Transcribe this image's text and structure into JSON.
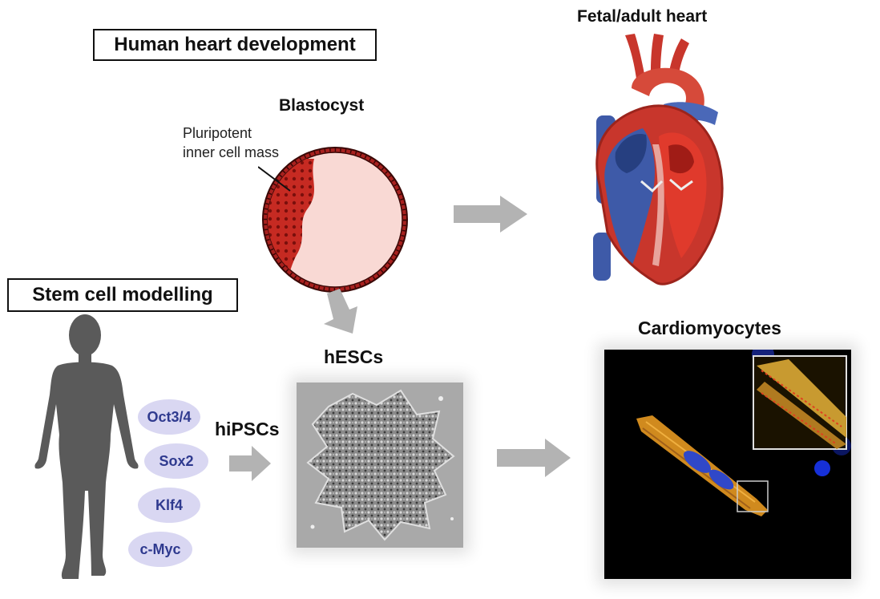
{
  "titles": {
    "human_heart_development": "Human heart development",
    "stem_cell_modelling": "Stem cell modelling"
  },
  "labels": {
    "blastocyst": "Blastocyst",
    "inner_cell_mass": "Pluripotent\ninner cell mass",
    "fetal_adult_heart": "Fetal/adult heart",
    "hescs": "hESCs",
    "hipscs": "hiPSCs",
    "cardiomyocytes": "Cardiomyocytes"
  },
  "factors": [
    "Oct3/4",
    "Sox2",
    "Klf4",
    "c-Myc"
  ],
  "colors": {
    "arrow": "#b3b3b3",
    "factor_fill": "#d9d7f2",
    "factor_text": "#2f3a8f",
    "silhouette": "#5a5a5a",
    "blastocyst_wall": "#a8211f",
    "blastocyst_inner": "#f9d9d4",
    "heart_red": "#c8362c",
    "heart_blue": "#3e5aa8"
  }
}
